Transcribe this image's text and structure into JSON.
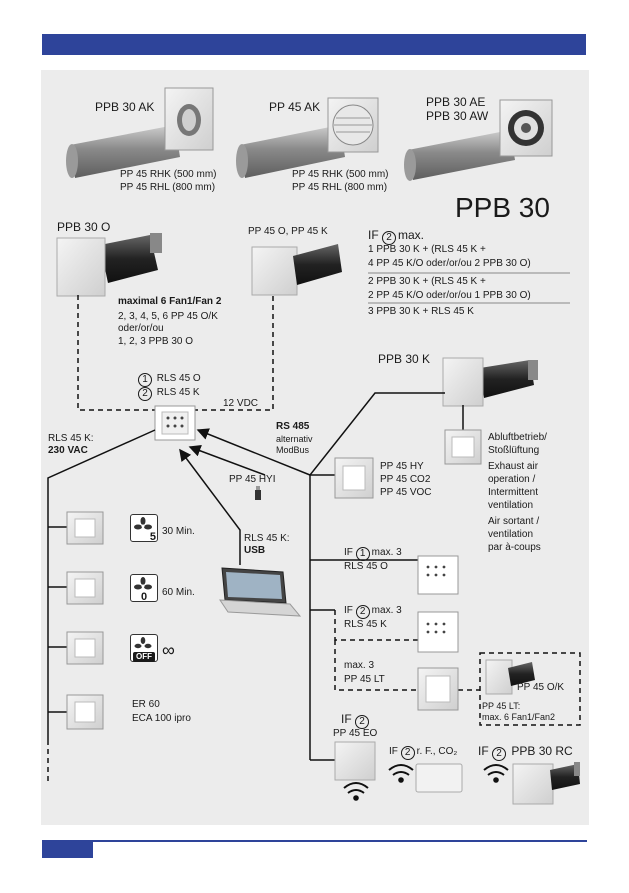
{
  "colors": {
    "header": "#2e449a",
    "panel": "#ececec"
  },
  "top_products": {
    "ak_label": "PPB 30 AK",
    "pp45ak_label": "PP 45 AK",
    "ae_line1": "PPB 30 AE",
    "ae_line2": "PPB 30 AW",
    "rhk1": "PP 45 RHK (500 mm)",
    "rhl1": "PP 45 RHL (800 mm)",
    "rhk2": "PP 45 RHK (500 mm)",
    "rhl2": "PP 45 RHL (800 mm)"
  },
  "title": "PPB 30",
  "if2_block": {
    "circle": "2",
    "if_prefix": "IF",
    "if_suffix": "max.",
    "l1": "1 PPB 30 K + (RLS 45 K +",
    "l2": "4 PP 45 K/O oder/or/ou 2 PPB 30 O)",
    "l3": "2 PPB 30 K + (RLS 45 K +",
    "l4": "2 PP 45 K/O oder/or/ou 1 PPB 30 O)",
    "l5": "3 PPB 30 K + RLS 45 K"
  },
  "ppb30o_label": "PPB 30 O",
  "pp45ok_label": "PP 45 O, PP 45 K",
  "maximal": {
    "title": "maximal 6 Fan1/Fan 2",
    "l1": "2, 3, 4, 5, 6 PP 45 O/K",
    "l2": "oder/or/ou",
    "l3": "1, 2, 3 PPB 30 O"
  },
  "rls": {
    "c1": "1",
    "t1": "RLS 45 O",
    "c2": "2",
    "t2": "RLS 45 K"
  },
  "vdc": "12 VDC",
  "rs485": {
    "l1": "RS 485",
    "l2": "alternativ",
    "l3": "ModBus"
  },
  "ppb30k_label": "PPB 30 K",
  "abluft": {
    "l1": "Abluftbetrieb/",
    "l2": "Stoßlüftung",
    "l3": "Exhaust air",
    "l4": "operation /",
    "l5": "Intermittent",
    "l6": "ventilation",
    "l7": "Air sortant /",
    "l8": "ventilation",
    "l9": "par à-coups"
  },
  "rls45k_230": {
    "l1": "RLS 45 K:",
    "l2": "230 VAC"
  },
  "pp45hyi": "PP 45 HYI",
  "sensors": {
    "l1": "PP 45 HY",
    "l2": "PP 45 CO2",
    "l3": "PP 45 VOC"
  },
  "rls45k_usb": {
    "l1": "RLS 45 K:",
    "l2": "USB"
  },
  "switches": {
    "s1_num": "5",
    "s1_text": "30 Min.",
    "s2_num": "0",
    "s2_text": "60 Min.",
    "s3_num": "OFF",
    "s3_text": "∞",
    "er60": "ER 60",
    "eca": "ECA 100 ipro"
  },
  "if_branches": {
    "b1_if": "IF",
    "b1_c": "1",
    "b1_max": "max. 3",
    "b1_name": "RLS 45 O",
    "b2_if": "IF",
    "b2_c": "2",
    "b2_max": "max. 3",
    "b2_name": "RLS 45 K",
    "b3_max": "max. 3",
    "b3_name": "PP 45 LT"
  },
  "pp45lt_box": {
    "ok": "PP 45 O/K",
    "l1": "PP 45 LT:",
    "l2": "max. 6 Fan1/Fan2"
  },
  "bottom": {
    "eo_if": "IF",
    "eo_c": "2",
    "eo_name": "PP 45 EO",
    "rf_if": "IF",
    "rf_c": "2",
    "rf_text": "r. F., CO₂",
    "rc_if": "IF",
    "rc_c": "2",
    "rc_name": "PPB 30 RC"
  }
}
